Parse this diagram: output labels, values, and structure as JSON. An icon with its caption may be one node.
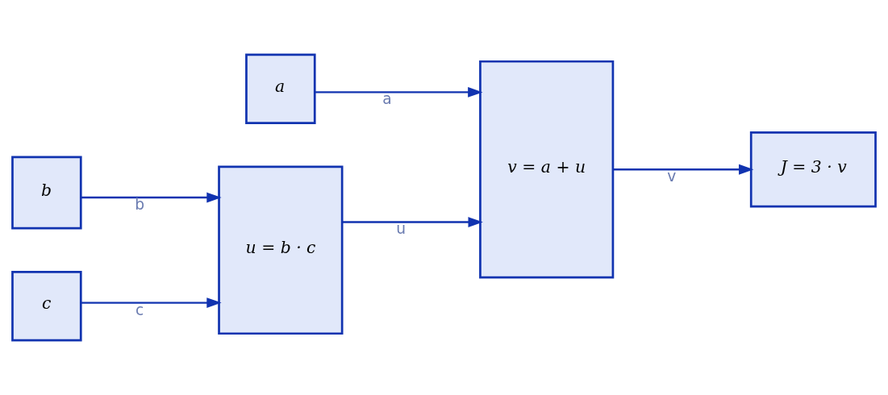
{
  "diagram": {
    "nodes": [
      {
        "text": [
          "a"
        ]
      },
      {
        "text": [
          "b"
        ]
      },
      {
        "text": [
          "c"
        ]
      },
      {
        "text": [
          "u = b · c"
        ]
      },
      {
        "text": [
          "v = a + u"
        ]
      },
      {
        "text": [
          "J = 3 · v"
        ]
      }
    ],
    "edges": [
      {
        "from": 0,
        "to": 4,
        "arrow": "to",
        "label": "a"
      },
      {
        "from": 1,
        "to": 3,
        "arrow": "to",
        "label": "b"
      },
      {
        "from": 2,
        "to": 3,
        "arrow": "to",
        "label": "c"
      },
      {
        "from": 3,
        "to": 4,
        "arrow": "to",
        "label": "u"
      },
      {
        "from": 4,
        "to": 5,
        "arrow": "to",
        "label": "v"
      }
    ]
  }
}
